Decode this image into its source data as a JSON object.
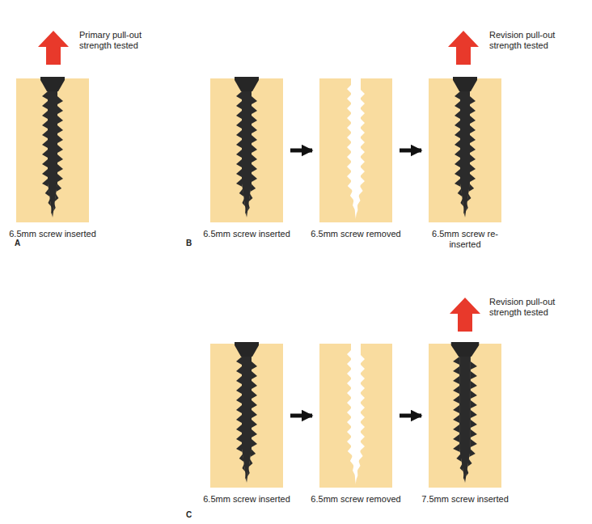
{
  "diagram": {
    "nodes": [
      {
        "text": [
          "6.5mm screw inserted"
        ]
      },
      {
        "text": [
          "6.5mm screw inserted"
        ]
      },
      {
        "text": [
          "6.5mm screw removed"
        ]
      },
      {
        "text": [
          "6.5mm screw re-inserted"
        ]
      },
      {
        "text": [
          "6.5mm screw inserted"
        ]
      },
      {
        "text": [
          "6.5mm screw removed"
        ]
      },
      {
        "text": [
          "7.5mm screw inserted"
        ]
      }
    ],
    "edges": [
      {
        "from": 1,
        "to": 2,
        "arrow": "to"
      },
      {
        "from": 2,
        "to": 3,
        "arrow": "to"
      },
      {
        "from": 4,
        "to": 5,
        "arrow": "to"
      },
      {
        "from": 5,
        "to": 6,
        "arrow": "to"
      }
    ],
    "labels": [
      "Primary pull-out strength tested",
      "Revision pull-out strength tested",
      "Revision pull-out strength tested",
      "A",
      "B",
      "C"
    ]
  }
}
